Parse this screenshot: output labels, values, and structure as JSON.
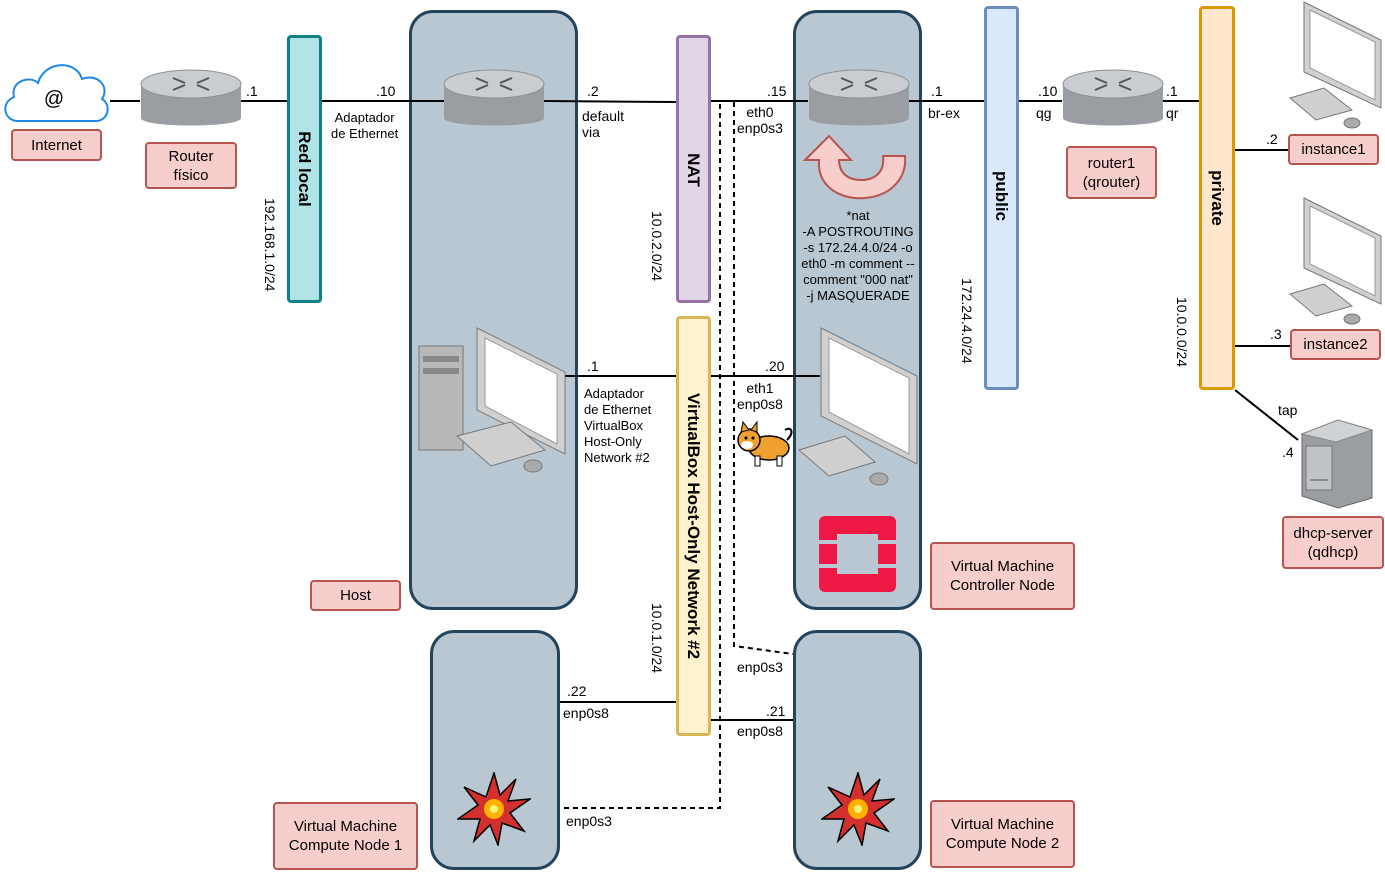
{
  "nodes": {
    "internet": "Internet",
    "router_fisico": "Router\nfísico",
    "host": "Host",
    "vm_controller": "Virtual Machine\nController Node",
    "vm_compute1": "Virtual Machine\nCompute Node 1",
    "vm_compute2": "Virtual Machine\nCompute Node 2",
    "router1": "router1\n(qrouter)",
    "instance1": "instance1",
    "instance2": "instance2",
    "dhcp_server": "dhcp-server\n(qdhcp)",
    "cloud_symbol": "@"
  },
  "networks": {
    "red_local": "Red local",
    "red_local_cidr": "192.168.1.0/24",
    "nat": "NAT",
    "nat_cidr": "10.0.2.0/24",
    "hostonly": "VirtualBox Host-Only Network #2",
    "hostonly_cidr": "10.0.1.0/24",
    "public": "public",
    "public_cidr": "172.24.4.0/24",
    "private": "private",
    "private_cidr": "10.0.0.0/24"
  },
  "labels": {
    "router_dot1": ".1",
    "lan_dot10": ".10",
    "adaptador_ethernet": "Adaptador\nde Ethernet",
    "nat_dot2": ".2",
    "default_via": "default\nvia",
    "ctrl_dot15": ".15",
    "ctrl_eth0": "eth0\nenp0s3",
    "iptables_rule": "*nat\n-A POSTROUTING\n-s 172.24.4.0/24 -o\neth0 -m comment --\ncomment \"000 nat\"\n-j MASQUERADE",
    "brex_dot1": ".1",
    "brex": "br-ex",
    "qg_dot10": ".10",
    "qg": "qg",
    "qr_dot1": ".1",
    "qr": "qr",
    "inst1_dot2": ".2",
    "inst2_dot3": ".3",
    "tap": "tap",
    "dhcp_dot4": ".4",
    "host_dot1": ".1",
    "host_adapter": "Adaptador\nde Ethernet\nVirtualBox\nHost-Only\nNetwork #2",
    "ctrl_dot20": ".20",
    "ctrl_eth1": "eth1\nenp0s8",
    "ctrl_enp0s3_bottom": "enp0s3",
    "c1_dot22": ".22",
    "c1_enp0s8": "enp0s8",
    "c1_enp0s3": "enp0s3",
    "c2_dot21": ".21",
    "c2_enp0s8": "enp0s8"
  },
  "colors": {
    "vm_fill": "#b9c7d2",
    "vm_border": "#23445d",
    "tag_fill": "#f8cecc",
    "tag_border": "#b85450",
    "red_local_fill": "#b0e3e6",
    "red_local_border": "#0e8088",
    "nat_fill": "#e1d5e7",
    "nat_border": "#9673a6",
    "hostonly_fill": "#fff2cc",
    "hostonly_border": "#d6b656",
    "public_fill": "#dae8fc",
    "public_border": "#6c8ebf",
    "private_fill": "#ffe6cc",
    "private_border": "#d79b00",
    "openstack_red": "#ed1944",
    "cloud_blue": "#1e88e5"
  },
  "icons": [
    "cloud-icon",
    "router-icon",
    "desktop-computer-icon",
    "server-tower-icon",
    "openstack-logo-icon",
    "shiba-dog-icon",
    "starburst-icon",
    "curved-arrow-icon"
  ]
}
